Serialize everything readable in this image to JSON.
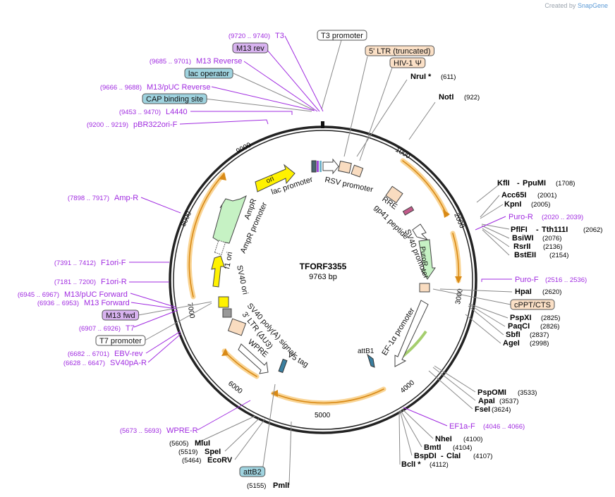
{
  "branding": {
    "created_by": "Created by",
    "app": "SnapGene"
  },
  "plasmid": {
    "name": "TFORF3355",
    "length": "9763 bp"
  },
  "ticks": [
    "1000",
    "2000",
    "3000",
    "4000",
    "5000",
    "6000",
    "7000",
    "8000",
    "9000"
  ],
  "features_outer": [
    {
      "label": "T3 promoter",
      "style": "white"
    },
    {
      "label": "M13 rev",
      "style": "purple"
    },
    {
      "label": "5' LTR (truncated)",
      "style": "peach"
    },
    {
      "label": "HIV-1 Ψ",
      "style": "peach"
    },
    {
      "label": "lac operator",
      "style": "teal"
    },
    {
      "label": "CAP binding site",
      "style": "teal"
    },
    {
      "label": "cPPT/CTS",
      "style": "peach"
    },
    {
      "label": "M13 fwd",
      "style": "purple"
    },
    {
      "label": "T7 promoter",
      "style": "white"
    },
    {
      "label": "attB2",
      "style": "teal"
    }
  ],
  "primers": [
    {
      "range": "(9720 .. 9740)",
      "name": "T3"
    },
    {
      "range": "(9685 .. 9701)",
      "name": "M13 Reverse"
    },
    {
      "range": "(9666 .. 9688)",
      "name": "M13/pUC Reverse"
    },
    {
      "range": "(9453 .. 9470)",
      "name": "L4440"
    },
    {
      "range": "(9200 .. 9219)",
      "name": "pBR322ori-F"
    },
    {
      "range": "(7898 .. 7917)",
      "name": "Amp-R"
    },
    {
      "range": "(7391 .. 7412)",
      "name": "F1ori-F"
    },
    {
      "range": "(7181 .. 7200)",
      "name": "F1ori-R"
    },
    {
      "range": "(6945 .. 6967)",
      "name": "M13/pUC Forward"
    },
    {
      "range": "(6936 .. 6953)",
      "name": "M13 Forward"
    },
    {
      "range": "(6907 .. 6926)",
      "name": "T7"
    },
    {
      "range": "(6682 .. 6701)",
      "name": "EBV-rev"
    },
    {
      "range": "(6628 .. 6647)",
      "name": "SV40pA-R"
    },
    {
      "range": "(5673 .. 5693)",
      "name": "WPRE-R"
    },
    {
      "range": "(2020 .. 2039)",
      "name": "Puro-R"
    },
    {
      "range": "(2516 .. 2536)",
      "name": "Puro-F"
    },
    {
      "range": "(4046 .. 4066)",
      "name": "EF1a-F"
    }
  ],
  "enzymes_right": [
    {
      "name": "NruI *",
      "pos": "(611)"
    },
    {
      "name": "NotI",
      "pos": "(922)"
    },
    {
      "name": "KflI",
      "name2": "PpuMI",
      "pos": "(1708)"
    },
    {
      "name": "Acc65I",
      "pos": "(2001)"
    },
    {
      "name": "KpnI",
      "pos": "(2005)"
    },
    {
      "name": "PflFI",
      "name2": "Tth111I",
      "pos": "(2062)"
    },
    {
      "name": "BsiWI",
      "pos": "(2076)"
    },
    {
      "name": "RsrII",
      "pos": "(2136)"
    },
    {
      "name": "BstEII",
      "pos": "(2154)"
    },
    {
      "name": "HpaI",
      "pos": "(2620)"
    },
    {
      "name": "PspXI",
      "pos": "(2825)"
    },
    {
      "name": "PaqCI",
      "pos": "(2826)"
    },
    {
      "name": "SbfI",
      "pos": "(2837)"
    },
    {
      "name": "AgeI",
      "pos": "(2998)"
    },
    {
      "name": "PspOMI",
      "pos": "(3533)"
    },
    {
      "name": "ApaI",
      "pos": "(3537)"
    },
    {
      "name": "FseI",
      "pos": "(3624)"
    },
    {
      "name": "NheI",
      "pos": "(4100)"
    },
    {
      "name": "BmtI",
      "pos": "(4104)"
    },
    {
      "name": "BspDI",
      "name2": "ClaI",
      "pos": "(4107)"
    },
    {
      "name": "BclI *",
      "pos": "(4112)"
    }
  ],
  "enzymes_left": [
    {
      "name": "MluI",
      "pos": "(5605)"
    },
    {
      "name": "SpeI",
      "pos": "(5519)"
    },
    {
      "name": "EcoRV",
      "pos": "(5464)"
    },
    {
      "name": "PmlI",
      "pos": "(5155)"
    }
  ],
  "inner_labels": [
    "ori",
    "lac promoter",
    "RSV promoter",
    "RRE",
    "gp41 peptide",
    "SV40 promoter",
    "PuroR",
    "EF-1α promoter",
    "attB1",
    "V5 tag",
    "SV40 poly(A) signal",
    "3' LTR (ΔU3)",
    "WPRE",
    "SV40 ori",
    "f1 ori",
    "AmpR promoter",
    "AmpR"
  ]
}
